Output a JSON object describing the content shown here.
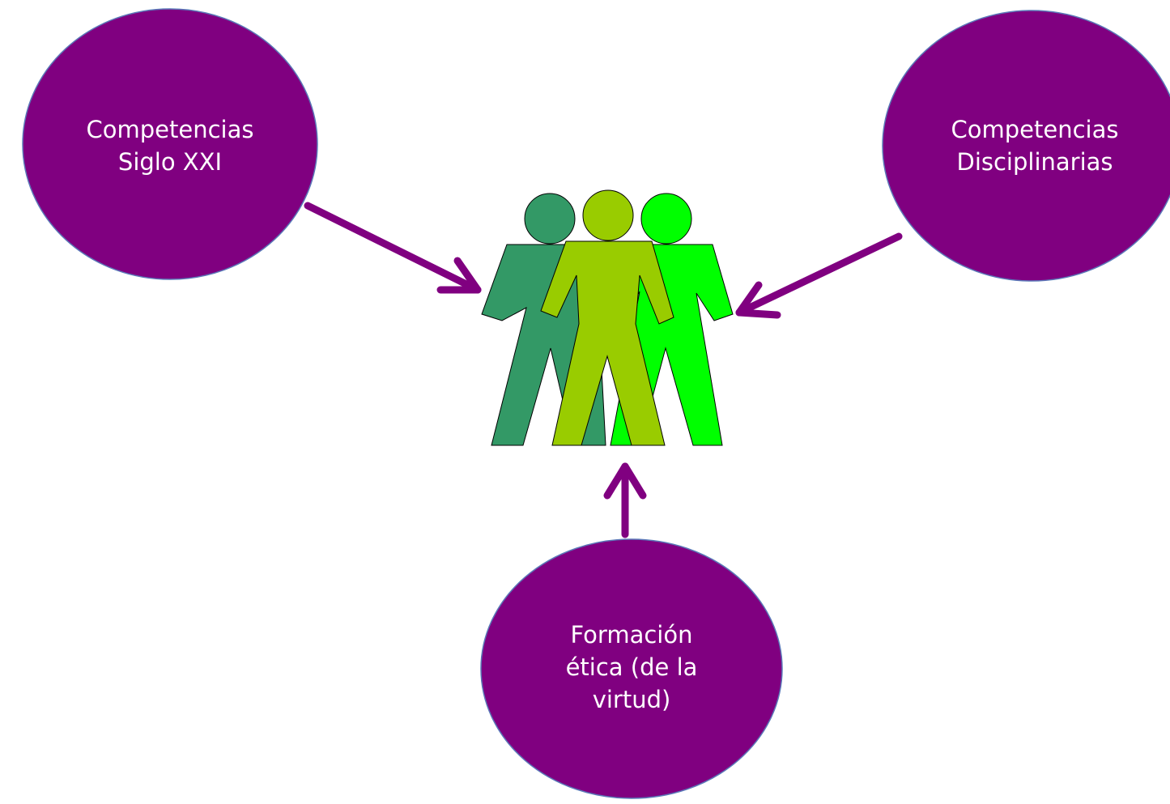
{
  "colors": {
    "circle_fill": "#800080",
    "circle_stroke": "#5b78b8",
    "arrow": "#800080",
    "person_dark_green": "#339966",
    "person_olive_green": "#99cc00",
    "person_bright_green": "#00ff00",
    "label_text": "#ffffff"
  },
  "nodes": {
    "left": {
      "line1": "Competencias",
      "line2": "Siglo XXI"
    },
    "right": {
      "line1": "Competencias",
      "line2": "Disciplinarias"
    },
    "bottom": {
      "line1": "Formación",
      "line2": "ética (de la",
      "line3": "virtud)"
    }
  },
  "center_icon": "group-of-three-people-icon"
}
